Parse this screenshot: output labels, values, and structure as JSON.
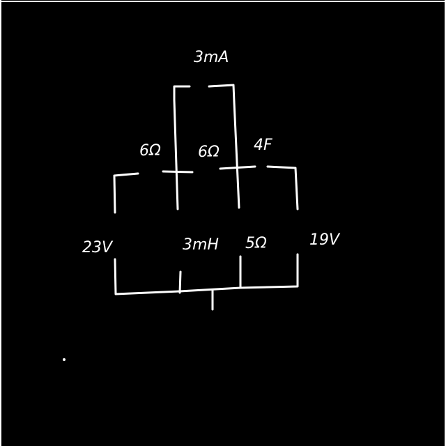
{
  "diagram": {
    "colors": {
      "background": "#000000",
      "ink": "#ffffff"
    },
    "labels": {
      "current_source": "3mA",
      "resistor_left_top": "6Ω",
      "resistor_middle_top": "6Ω",
      "capacitor_top_right": "4F",
      "voltage_source_left": "23V",
      "inductor_middle": "3mH",
      "resistor_middle_bottom": "5Ω",
      "voltage_source_right": "19V"
    }
  }
}
